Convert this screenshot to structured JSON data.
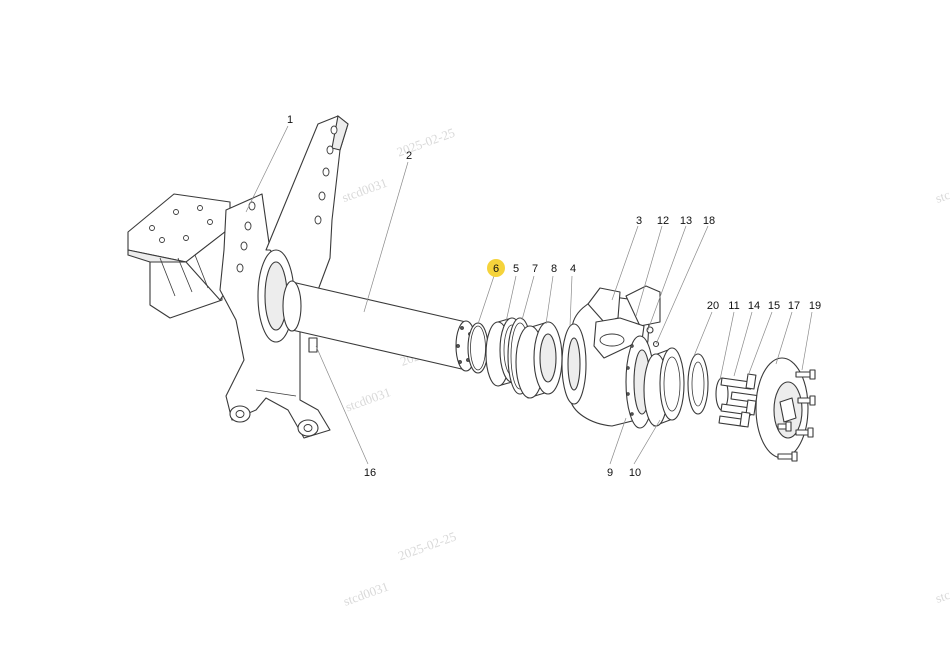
{
  "highlight_color": "#f5d33b",
  "watermark": {
    "user": "stcd0031",
    "date": "2025-02-25"
  },
  "callouts": [
    {
      "id": "c1",
      "label": "1"
    },
    {
      "id": "c2",
      "label": "2"
    },
    {
      "id": "c3",
      "label": "3"
    },
    {
      "id": "c12",
      "label": "12"
    },
    {
      "id": "c13",
      "label": "13"
    },
    {
      "id": "c18",
      "label": "18"
    },
    {
      "id": "c6",
      "label": "6",
      "highlighted": true
    },
    {
      "id": "c5",
      "label": "5"
    },
    {
      "id": "c7",
      "label": "7"
    },
    {
      "id": "c8",
      "label": "8"
    },
    {
      "id": "c4",
      "label": "4"
    },
    {
      "id": "c20",
      "label": "20"
    },
    {
      "id": "c11",
      "label": "11"
    },
    {
      "id": "c14",
      "label": "14"
    },
    {
      "id": "c15",
      "label": "15"
    },
    {
      "id": "c17",
      "label": "17"
    },
    {
      "id": "c19",
      "label": "19"
    },
    {
      "id": "c16",
      "label": "16"
    },
    {
      "id": "c9",
      "label": "9"
    },
    {
      "id": "c10",
      "label": "10"
    }
  ]
}
